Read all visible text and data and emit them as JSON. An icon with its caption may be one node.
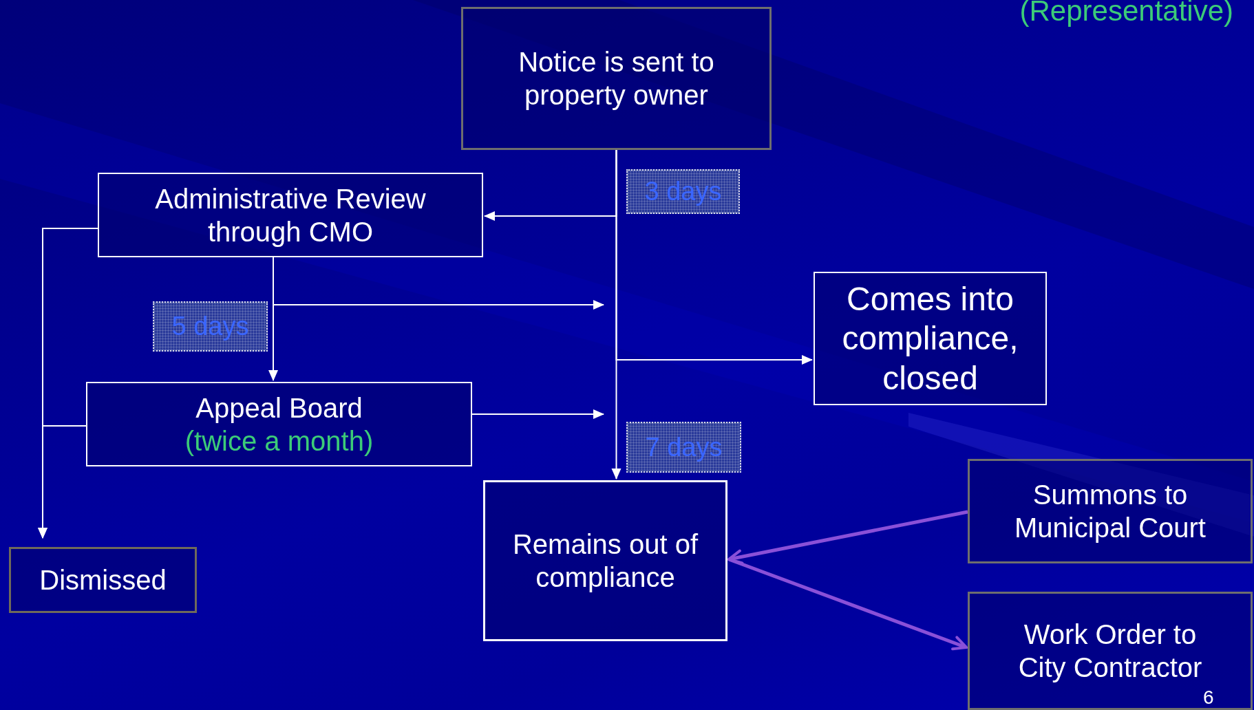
{
  "diagram": {
    "title": "(Representative)",
    "nodes": [
      {
        "text": [
          "Notice is sent to property owner"
        ]
      },
      {
        "text": [
          "Administrative Review through CMO"
        ]
      },
      {
        "text": [
          "Appeal Board",
          "(twice a month)"
        ]
      },
      {
        "text": [
          "Comes into compliance, closed"
        ]
      },
      {
        "text": [
          "Remains out of compliance"
        ]
      },
      {
        "text": [
          "Dismissed"
        ]
      },
      {
        "text": [
          "Summons to Municipal Court"
        ]
      },
      {
        "text": [
          "Work Order to City Contractor"
        ]
      }
    ],
    "edges": [
      {
        "from": 0,
        "to": 1,
        "arrow": "to"
      },
      {
        "from": 0,
        "to": 3,
        "arrow": "to"
      },
      {
        "from": 0,
        "to": 4,
        "arrow": "to"
      },
      {
        "from": 1,
        "to": 2,
        "arrow": "to"
      },
      {
        "from": 1,
        "to": null,
        "arrow": "to"
      },
      {
        "from": 2,
        "to": null,
        "arrow": "to"
      },
      {
        "from": 1,
        "to": 5,
        "arrow": "to"
      },
      {
        "from": 2,
        "to": 5,
        "arrow": "to"
      },
      {
        "from": 6,
        "to": 4,
        "arrow": "to",
        "color": "#8a50d8",
        "style": "thick"
      },
      {
        "from": 4,
        "to": 7,
        "arrow": "to",
        "color": "#8a50d8",
        "style": "thick"
      }
    ],
    "labels": [
      "3 days",
      "5 days",
      "7 days",
      "6"
    ]
  }
}
